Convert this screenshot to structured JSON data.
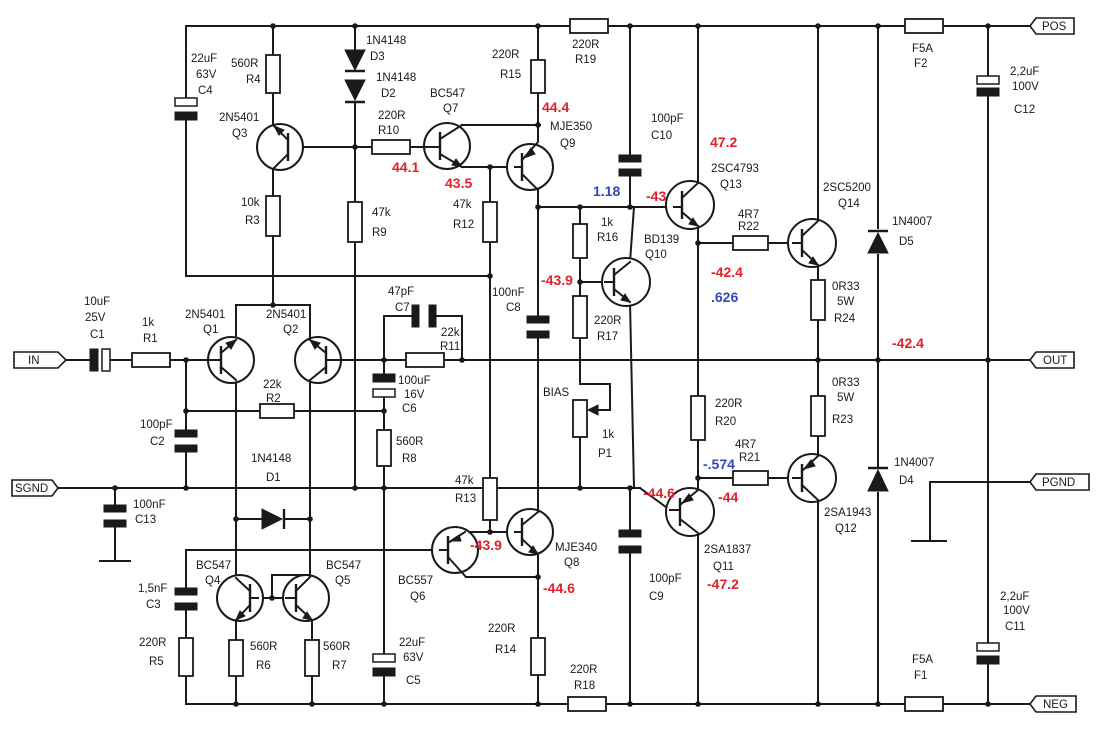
{
  "ports": {
    "pos": "POS",
    "out": "OUT",
    "pgnd": "PGND",
    "neg": "NEG",
    "in": "IN",
    "sgnd": "SGND"
  },
  "colors": {
    "voltage_red": "#e3202a",
    "voltage_blue": "#3346b7",
    "line": "#1a1a1a"
  },
  "components": {
    "C1": {
      "value": "10uF",
      "rating": "25V",
      "ref": "C1"
    },
    "R1": {
      "value": "1k",
      "ref": "R1"
    },
    "Q1": {
      "type": "2N5401",
      "ref": "Q1"
    },
    "Q2": {
      "type": "2N5401",
      "ref": "Q2"
    },
    "Q3": {
      "type": "2N5401",
      "ref": "Q3"
    },
    "R4": {
      "value": "560R",
      "ref": "R4"
    },
    "C4": {
      "value": "22uF",
      "rating": "63V",
      "ref": "C4"
    },
    "R3": {
      "value": "10k",
      "ref": "R3"
    },
    "D3": {
      "type": "1N4148",
      "ref": "D3"
    },
    "D2": {
      "type": "1N4148",
      "ref": "D2"
    },
    "R9": {
      "value": "47k",
      "ref": "R9"
    },
    "R10": {
      "value": "220R",
      "ref": "R10"
    },
    "Q7": {
      "type": "BC547",
      "ref": "Q7"
    },
    "R15": {
      "value": "220R",
      "ref": "R15"
    },
    "R19": {
      "value": "220R",
      "ref": "R19"
    },
    "Q9": {
      "type": "MJE350",
      "ref": "Q9"
    },
    "R12": {
      "value": "47k",
      "ref": "R12"
    },
    "C10": {
      "value": "100pF",
      "ref": "C10"
    },
    "Q13": {
      "type": "2SC4793",
      "ref": "Q13"
    },
    "R16": {
      "value": "1k",
      "ref": "R16"
    },
    "Q10": {
      "type": "BD139",
      "ref": "Q10"
    },
    "R17": {
      "value": "220R",
      "ref": "R17"
    },
    "C8": {
      "value": "100nF",
      "ref": "C8"
    },
    "R22": {
      "value": "4R7",
      "ref": "R22"
    },
    "Q14": {
      "type": "2SC5200",
      "ref": "Q14"
    },
    "R24": {
      "value": "0R33",
      "rating": "5W",
      "ref": "R24"
    },
    "F2": {
      "value": "F5A",
      "ref": "F2"
    },
    "C12": {
      "value": "2,2uF",
      "rating": "100V",
      "ref": "C12"
    },
    "D5": {
      "type": "1N4007",
      "ref": "D5"
    },
    "C7": {
      "value": "47pF",
      "ref": "C7"
    },
    "R11": {
      "value": "22k",
      "ref": "R11"
    },
    "C6": {
      "value": "100uF",
      "rating": "16V",
      "ref": "C6"
    },
    "R8": {
      "value": "560R",
      "ref": "R8"
    },
    "R2": {
      "value": "22k",
      "ref": "R2"
    },
    "C2": {
      "value": "100pF",
      "ref": "C2"
    },
    "D1": {
      "type": "1N4148",
      "ref": "D1"
    },
    "C13": {
      "value": "100nF",
      "ref": "C13"
    },
    "P1": {
      "value": "1k",
      "ref": "P1",
      "label": "BIAS"
    },
    "R20": {
      "value": "220R",
      "ref": "R20"
    },
    "R21": {
      "value": "4R7",
      "ref": "R21"
    },
    "R23": {
      "value": "0R33",
      "rating": "5W",
      "ref": "R23"
    },
    "Q12": {
      "type": "2SA1943",
      "ref": "Q12"
    },
    "D4": {
      "type": "1N4007",
      "ref": "D4"
    },
    "R13": {
      "value": "47k",
      "ref": "R13"
    },
    "Q8": {
      "type": "MJE340",
      "ref": "Q8"
    },
    "Q6": {
      "type": "BC557",
      "ref": "Q6"
    },
    "Q11": {
      "type": "2SA1837",
      "ref": "Q11"
    },
    "C9": {
      "value": "100pF",
      "ref": "C9"
    },
    "Q4": {
      "type": "BC547",
      "ref": "Q4"
    },
    "Q5": {
      "type": "BC547",
      "ref": "Q5"
    },
    "C3": {
      "value": "1,5nF",
      "ref": "C3"
    },
    "R5": {
      "value": "220R",
      "ref": "R5"
    },
    "R6": {
      "value": "560R",
      "ref": "R6"
    },
    "R7": {
      "value": "560R",
      "ref": "R7"
    },
    "C5": {
      "value": "22uF",
      "rating": "63V",
      "ref": "C5"
    },
    "R14": {
      "value": "220R",
      "ref": "R14"
    },
    "R18": {
      "value": "220R",
      "ref": "R18"
    },
    "F1": {
      "value": "F5A",
      "ref": "F1"
    },
    "C11": {
      "value": "2,2uF",
      "rating": "100V",
      "ref": "C11"
    }
  },
  "voltages": {
    "v_q9e": "44.4",
    "v_r10": "44.1",
    "v_q7e": "43.5",
    "v_q13c": "47.2",
    "v_q13b": "1.18",
    "v_q13bm": "-43",
    "v_q10c": "-43.9",
    "v_r22": "-42.4",
    "v_r22b": ".626",
    "v_out": "-42.4",
    "v_q6": "-43.9",
    "v_q8e": "-44.6",
    "v_q11b": "-44.6",
    "v_q11bb": "-.574",
    "v_r21": "-44",
    "v_q11c": "-47.2"
  }
}
